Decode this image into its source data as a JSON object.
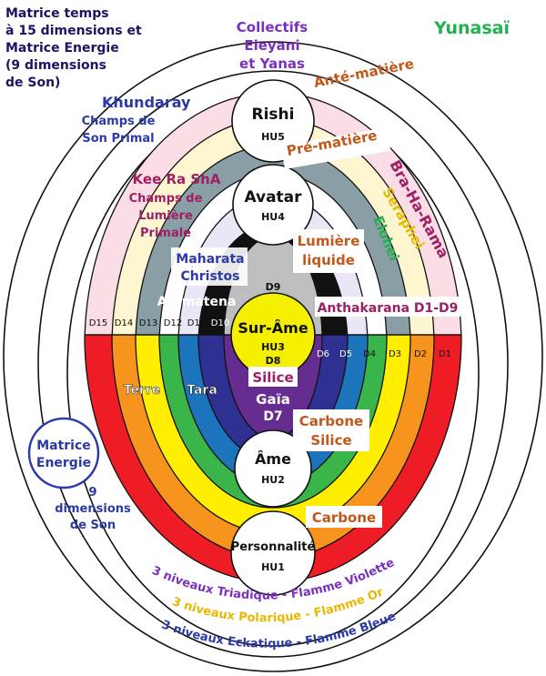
{
  "corner": {
    "top_left": [
      "Matrice temps",
      "à 15 dimensions et",
      "Matrice Energie",
      "(9 dimensions",
      "de Son)"
    ],
    "top_right": "Yunasaï"
  },
  "labels": {
    "collectifs": [
      "Collectifs",
      "Eieyani",
      "et Yanas"
    ],
    "ante_matiere": "Anté-matière",
    "khundaray": "Khundaray",
    "champs_son": [
      "Champs de",
      "Son Primal"
    ],
    "pre_matiere": "Pré-matière",
    "bra_ha_rama": "Bra-Ha-Rama",
    "kee_ra_sha": "Kee Ra ShA",
    "champs_lumiere": [
      "Champs de",
      "Lumière",
      "Primale"
    ],
    "seraphei": "Seraphei",
    "elohei": "Elohei",
    "lumiere_liquide": [
      "Lumière",
      "liquide"
    ],
    "maharata": [
      "Maharata",
      "Christos"
    ],
    "aramatena": "Aramatena",
    "anthakarana": "Anthakarana D1-D9",
    "terre": "Terre",
    "tara": "Tara",
    "silice": "Silice",
    "carbone_silice": [
      "Carbone",
      "Silice"
    ],
    "carbone": "Carbone",
    "matrice_energie": [
      "Matrice",
      "Energie"
    ],
    "neuf_dimensions": [
      "9",
      "dimensions",
      "de Son"
    ]
  },
  "nodes": {
    "rishi": {
      "title": "Rishi",
      "sub": "HU5"
    },
    "avatar": {
      "title": "Avatar",
      "sub": "HU4"
    },
    "d9": "D9",
    "sur_ame": {
      "title": "Sur-Âme",
      "sub": "HU3",
      "sub2": "D8"
    },
    "gaia": {
      "title": "Gaïa",
      "sub": "D7"
    },
    "ame": {
      "title": "Âme",
      "sub": "HU2"
    },
    "personnalite": {
      "title": "Personnalité",
      "sub": "HU1"
    }
  },
  "dimensions_left": [
    "D15",
    "D14",
    "D13",
    "D12",
    "D11",
    "D10"
  ],
  "dimensions_right": [
    "D6",
    "D5",
    "D4",
    "D3",
    "D2",
    "D1"
  ],
  "arcs": {
    "violet": "3 niveaux Triadique - Flamme Violette",
    "or": "3 niveaux Polarique - Flamme Or",
    "bleu": "3 niveaux Eckatique - Flamme Bleue"
  },
  "colors": {
    "d1_red": "#ee1c24",
    "d2_orange": "#f7941d",
    "d3_yellow": "#ffee00",
    "d4_green": "#39b54a",
    "d5_blue": "#1c75bc",
    "d6_indigo": "#2e3192",
    "d7_violet": "#662d91",
    "d8_yellow": "#f5f000",
    "d9_silver": "#bcbec0",
    "d10_black": "#111111",
    "d11_lavender": "#eae6f5",
    "d12_white": "#ffffff",
    "d13_slate": "#8a9ea6",
    "d14_cream": "#fdf6d0",
    "d15_pink": "#fbdde6",
    "navy_text": "#1b1464",
    "purple_text": "#7b2fbe",
    "green_text": "#22b14c",
    "brown_text": "#c1581b",
    "maroon_text": "#9e1f63",
    "blue_text": "#2b3aa8",
    "gold_text": "#e8b800"
  }
}
